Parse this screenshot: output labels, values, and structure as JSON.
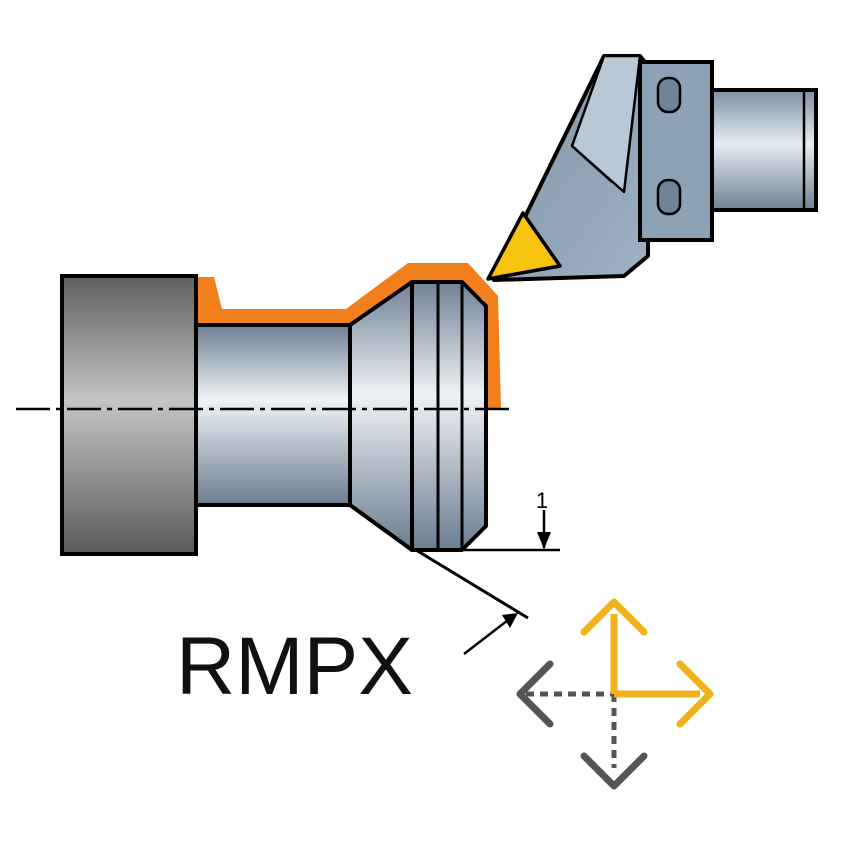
{
  "labels": {
    "operation": "RMPX",
    "depth_of_cut": "1"
  },
  "icons": {
    "workpiece": "turned-workpiece",
    "tool": "turning-tool-holder",
    "insert": "triangular-insert-icon",
    "direction": "direction-arrows-icon"
  },
  "colors": {
    "material_removed": "#f07f1c",
    "insert": "#f6c30f",
    "direction_active": "#f2b21a",
    "direction_inactive": "#555555",
    "steel": "#9aa9b8",
    "chuck": "#7e7e7e",
    "outline": "#000000"
  }
}
